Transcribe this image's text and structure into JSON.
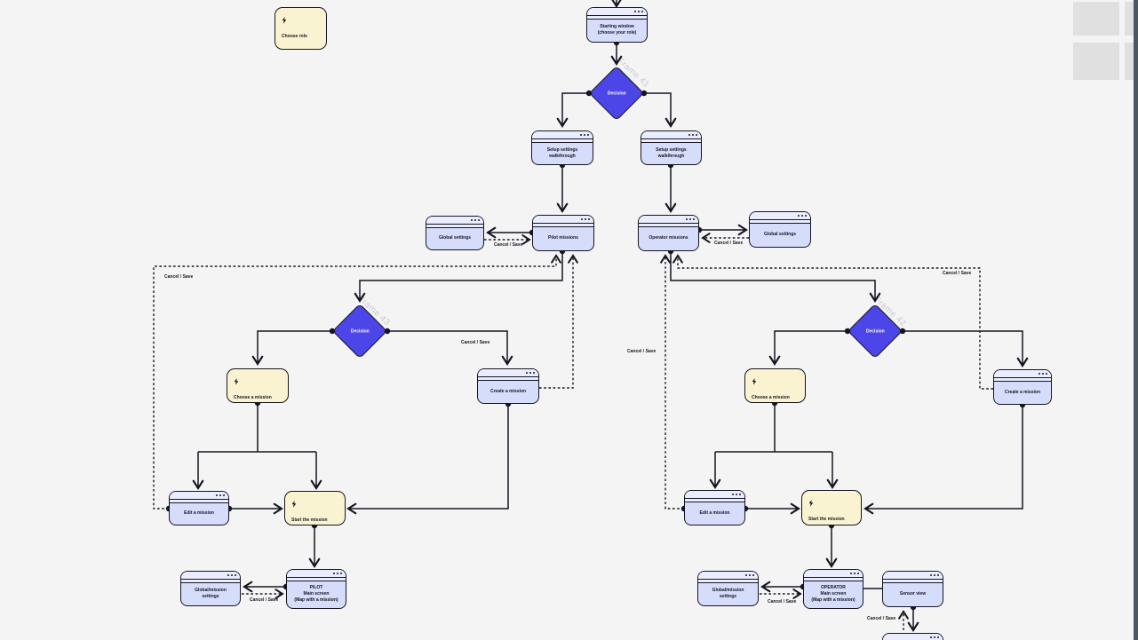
{
  "canvas": {
    "background": "#f4f4f5"
  },
  "colors": {
    "canvas": "#f4f4f5",
    "stroke": "#15151f",
    "window_fill": "#d6ddfb",
    "window_titlebar": "#eaedfd",
    "action_fill": "#faf3d1",
    "decision_fill": "#4c46e8",
    "decision_text": "#ffffff",
    "frame_label": "#c9c9ce",
    "placeholder": "#e0e0e1",
    "edge_strip": "#4c5761"
  },
  "labels": {
    "cancel_save": "Cancel / Save"
  },
  "frames": {
    "f41": "Frame 41",
    "f42": "Frame 42",
    "f43": "Frame 43"
  },
  "nodes": {
    "choose_role": {
      "label": "Choose role"
    },
    "starting_window": {
      "label": "Starting window\n(choose your role)"
    },
    "decision": {
      "label": "Decision"
    },
    "setup_walkthrough": {
      "label": "Setup settings\nwalkthrough"
    },
    "global_settings": {
      "label": "Global settings"
    },
    "pilot_missions": {
      "label": "Pilot missions"
    },
    "operator_missions": {
      "label": "Operator missions"
    },
    "choose_mission": {
      "label": "Choose a mission"
    },
    "create_mission": {
      "label": "Create a mission"
    },
    "edit_mission": {
      "label": "Edit a mission"
    },
    "start_mission": {
      "label": "Start the mission"
    },
    "global_mission_settings": {
      "label": "Global/mission\nsettings"
    },
    "pilot_main": {
      "label": "PILOT\nMain screen\n(Map with a mission)"
    },
    "operator_main": {
      "label": "OPERATOR\nMain screen\n(Map with a mission)"
    },
    "sensor_view": {
      "label": "Sensor view"
    }
  }
}
